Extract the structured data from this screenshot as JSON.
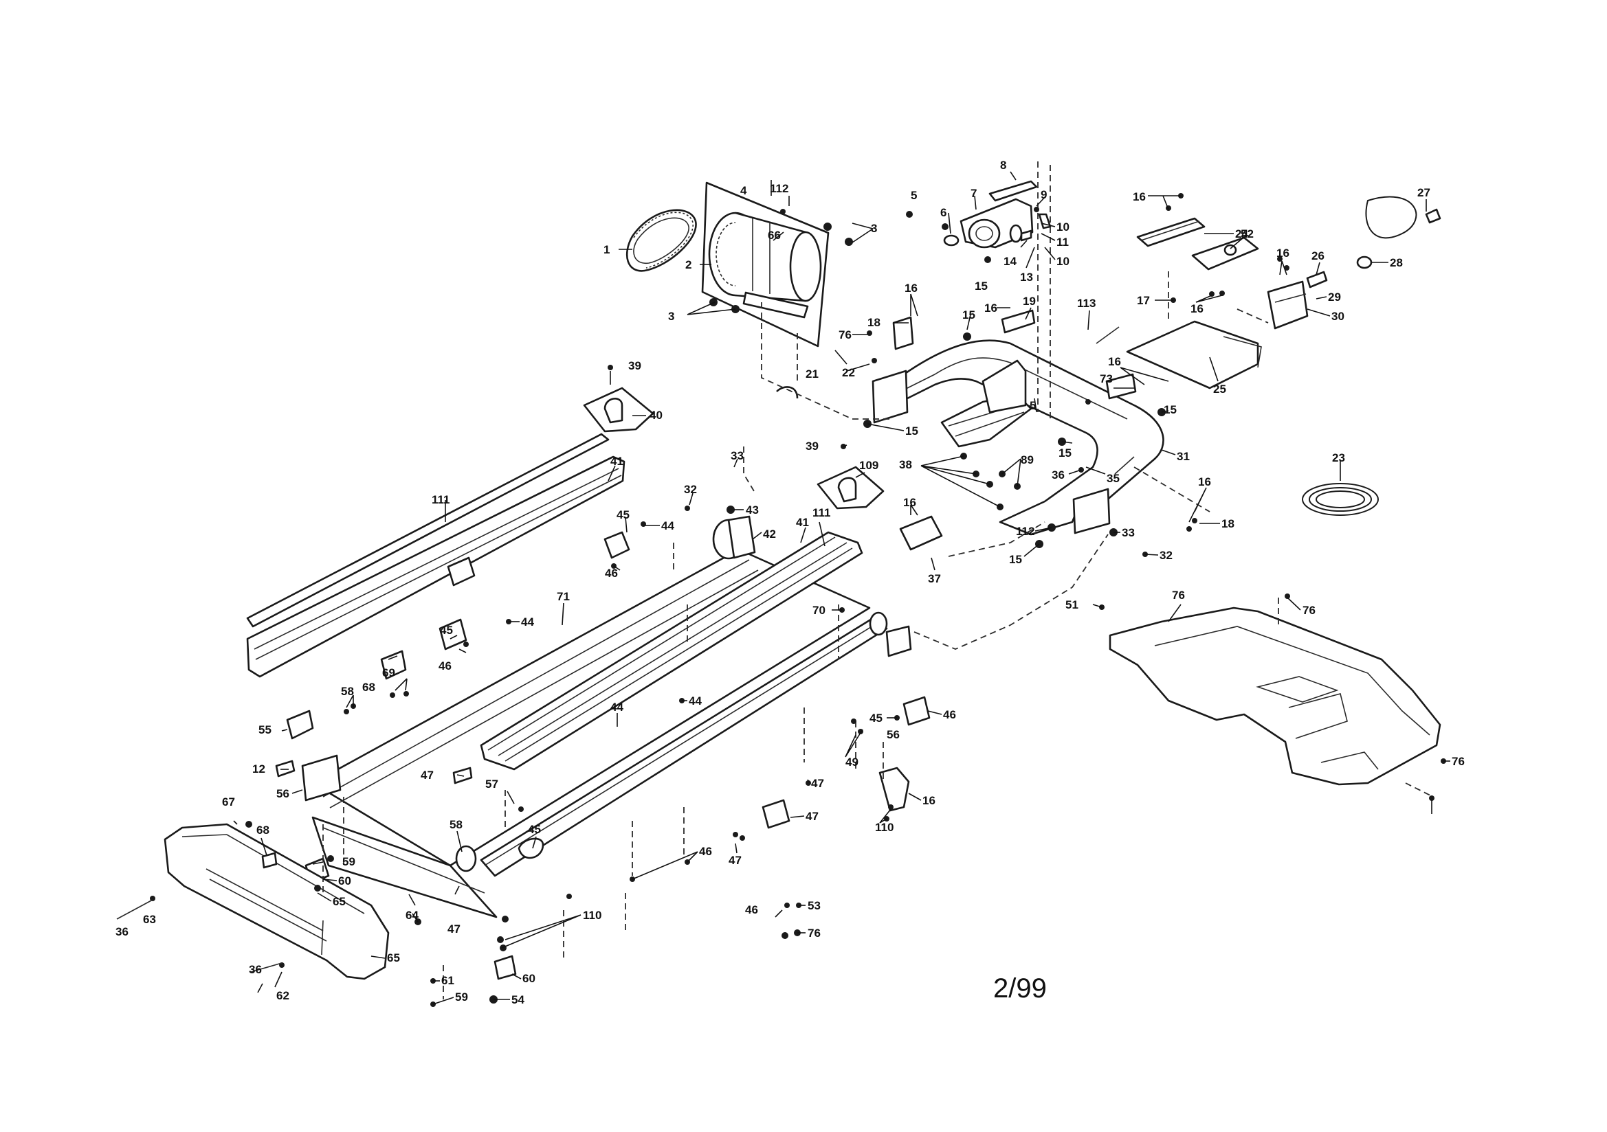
{
  "diagram_title": "",
  "footer_code": "2/99",
  "callouts": [
    {
      "label": "1"
    },
    {
      "label": "2"
    },
    {
      "label": "4"
    },
    {
      "label": "112"
    },
    {
      "label": "66"
    },
    {
      "label": "3"
    },
    {
      "label": "3"
    },
    {
      "label": "5"
    },
    {
      "label": "6"
    },
    {
      "label": "7"
    },
    {
      "label": "8"
    },
    {
      "label": "9"
    },
    {
      "label": "10"
    },
    {
      "label": "11"
    },
    {
      "label": "10"
    },
    {
      "label": "14"
    },
    {
      "label": "13"
    },
    {
      "label": "15"
    },
    {
      "label": "16"
    },
    {
      "label": "24"
    },
    {
      "label": "52"
    },
    {
      "label": "27"
    },
    {
      "label": "28"
    },
    {
      "label": "16"
    },
    {
      "label": "26"
    },
    {
      "label": "29"
    },
    {
      "label": "30"
    },
    {
      "label": "16"
    },
    {
      "label": "17"
    },
    {
      "label": "25"
    },
    {
      "label": "16"
    },
    {
      "label": "73"
    },
    {
      "label": "15"
    },
    {
      "label": "31"
    },
    {
      "label": "23"
    },
    {
      "label": "16"
    },
    {
      "label": "18"
    },
    {
      "label": "16"
    },
    {
      "label": "15"
    },
    {
      "label": "16"
    },
    {
      "label": "19"
    },
    {
      "label": "113"
    },
    {
      "label": "18"
    },
    {
      "label": "76"
    },
    {
      "label": "21"
    },
    {
      "label": "22"
    },
    {
      "label": "15"
    },
    {
      "label": "5"
    },
    {
      "label": "15"
    },
    {
      "label": "38"
    },
    {
      "label": "89"
    },
    {
      "label": "36"
    },
    {
      "label": "35"
    },
    {
      "label": "39"
    },
    {
      "label": "40"
    },
    {
      "label": "41"
    },
    {
      "label": "111"
    },
    {
      "label": "33"
    },
    {
      "label": "43"
    },
    {
      "label": "32"
    },
    {
      "label": "39"
    },
    {
      "label": "109"
    },
    {
      "label": "16"
    },
    {
      "label": "37"
    },
    {
      "label": "42"
    },
    {
      "label": "41"
    },
    {
      "label": "111"
    },
    {
      "label": "45"
    },
    {
      "label": "44"
    },
    {
      "label": "46"
    },
    {
      "label": "112"
    },
    {
      "label": "33"
    },
    {
      "label": "15"
    },
    {
      "label": "32"
    },
    {
      "label": "71"
    },
    {
      "label": "44"
    },
    {
      "label": "45"
    },
    {
      "label": "46"
    },
    {
      "label": "44"
    },
    {
      "label": "70"
    },
    {
      "label": "69"
    },
    {
      "label": "68"
    },
    {
      "label": "58"
    },
    {
      "label": "55"
    },
    {
      "label": "44"
    },
    {
      "label": "45"
    },
    {
      "label": "46"
    },
    {
      "label": "56"
    },
    {
      "label": "12"
    },
    {
      "label": "56"
    },
    {
      "label": "47"
    },
    {
      "label": "47"
    },
    {
      "label": "49"
    },
    {
      "label": "16"
    },
    {
      "label": "110"
    },
    {
      "label": "67"
    },
    {
      "label": "68"
    },
    {
      "label": "57"
    },
    {
      "label": "58"
    },
    {
      "label": "45"
    },
    {
      "label": "47"
    },
    {
      "label": "46"
    },
    {
      "label": "47"
    },
    {
      "label": "59"
    },
    {
      "label": "60"
    },
    {
      "label": "65"
    },
    {
      "label": "36"
    },
    {
      "label": "63"
    },
    {
      "label": "47"
    },
    {
      "label": "110"
    },
    {
      "label": "64"
    },
    {
      "label": "65"
    },
    {
      "label": "36"
    },
    {
      "label": "62"
    },
    {
      "label": "61"
    },
    {
      "label": "59"
    },
    {
      "label": "60"
    },
    {
      "label": "54"
    },
    {
      "label": "46"
    },
    {
      "label": "53"
    },
    {
      "label": "76"
    },
    {
      "label": "51"
    },
    {
      "label": "76"
    },
    {
      "label": "76"
    },
    {
      "label": "76"
    }
  ]
}
